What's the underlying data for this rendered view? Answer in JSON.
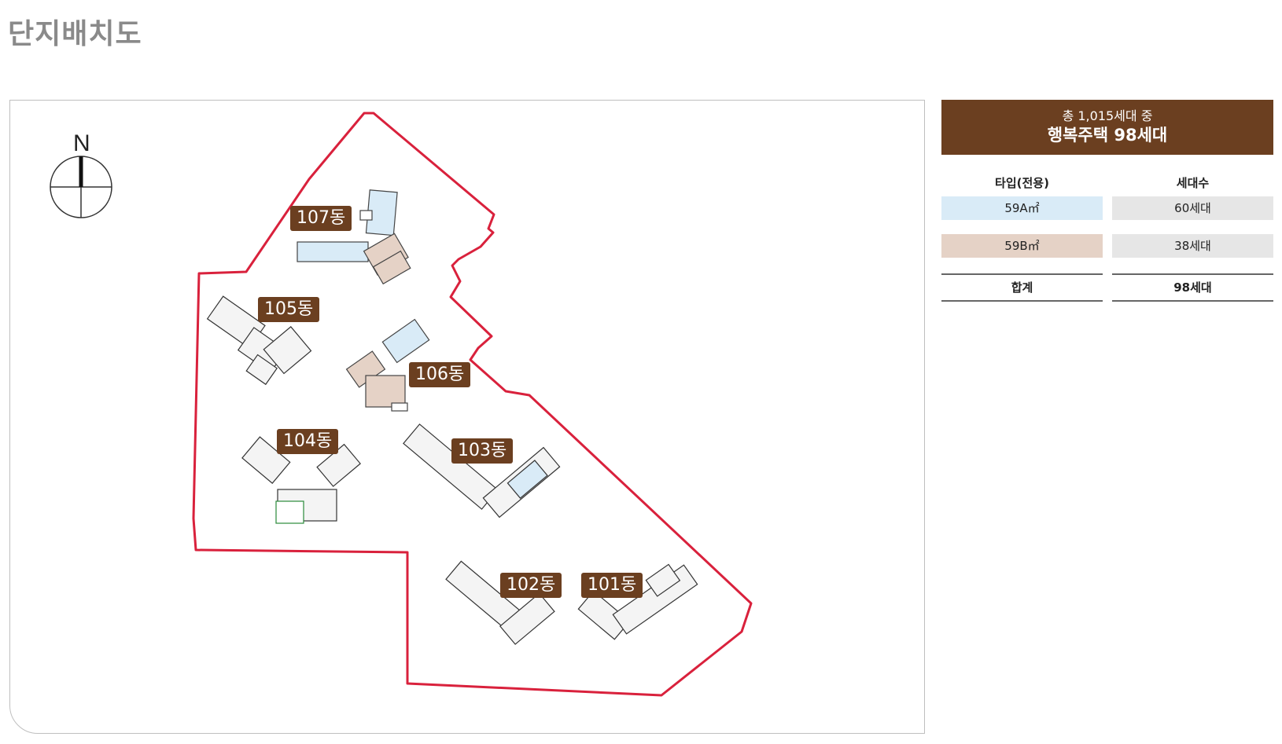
{
  "page": {
    "title": "단지배치도"
  },
  "map": {
    "compass": {
      "north_label": "N"
    },
    "buildings": [
      {
        "id": "107",
        "label": "107동",
        "type": "59A/59B"
      },
      {
        "id": "105",
        "label": "105동"
      },
      {
        "id": "106",
        "label": "106동",
        "type": "59A/59B"
      },
      {
        "id": "104",
        "label": "104동"
      },
      {
        "id": "103",
        "label": "103동"
      },
      {
        "id": "102",
        "label": "102동"
      },
      {
        "id": "101",
        "label": "101동"
      }
    ],
    "colors": {
      "boundary": "#d9213c",
      "label_bg": "#6b3f20",
      "type_59A": "#d9ebf7",
      "type_59B": "#e5d2c6"
    }
  },
  "summary": {
    "total_text": "총 1,015세대 중",
    "happy_text": "행복주택 98세대",
    "table": {
      "headers": [
        "타입(전용)",
        "세대수"
      ],
      "rows": [
        {
          "type": "59A㎡",
          "count": "60세대",
          "color": "#d9ebf7"
        },
        {
          "type": "59B㎡",
          "count": "38세대",
          "color": "#e5d2c6"
        }
      ],
      "total": {
        "label": "합계",
        "count": "98세대"
      }
    }
  }
}
